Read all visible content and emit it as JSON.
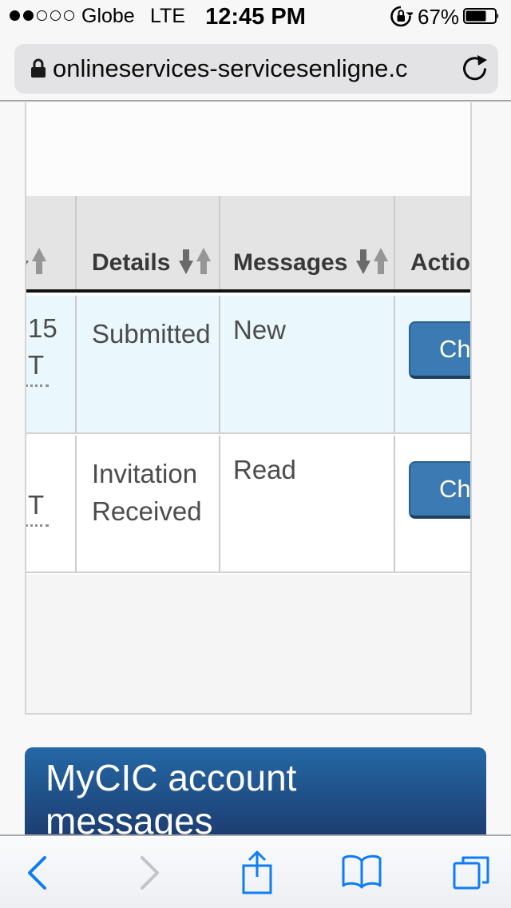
{
  "status_bar": {
    "carrier": "Globe",
    "network": "LTE",
    "time": "12:45 PM",
    "battery_percent": "67%",
    "signal_filled_dots": 2,
    "signal_total_dots": 5
  },
  "address_bar": {
    "url": "onlineservices-servicesenligne.c"
  },
  "table": {
    "headers": {
      "details": "Details",
      "messages": "Messages",
      "actions_fragment": "Actio"
    },
    "rows": [
      {
        "date_fragment_top": "15",
        "date_fragment_bottom": "T",
        "details": "Submitted",
        "messages": "New",
        "action_button_fragment": "Che",
        "highlighted": true
      },
      {
        "date_fragment_bottom": "T",
        "details": "Invitation Received",
        "messages": "Read",
        "action_button_fragment": "Che",
        "highlighted": false
      }
    ]
  },
  "banner": {
    "title_line1": "MyCIC account",
    "title_line2": "messages"
  },
  "colors": {
    "ios_blue": "#0e7cf8",
    "button_blue": "#3c7ab3",
    "button_border": "#2a618f",
    "row_highlight": "#eaf8fd",
    "header_bg": "#e4e4e4",
    "banner_gradient_top": "#2468a6",
    "banner_gradient_bottom": "#1d3e72"
  }
}
